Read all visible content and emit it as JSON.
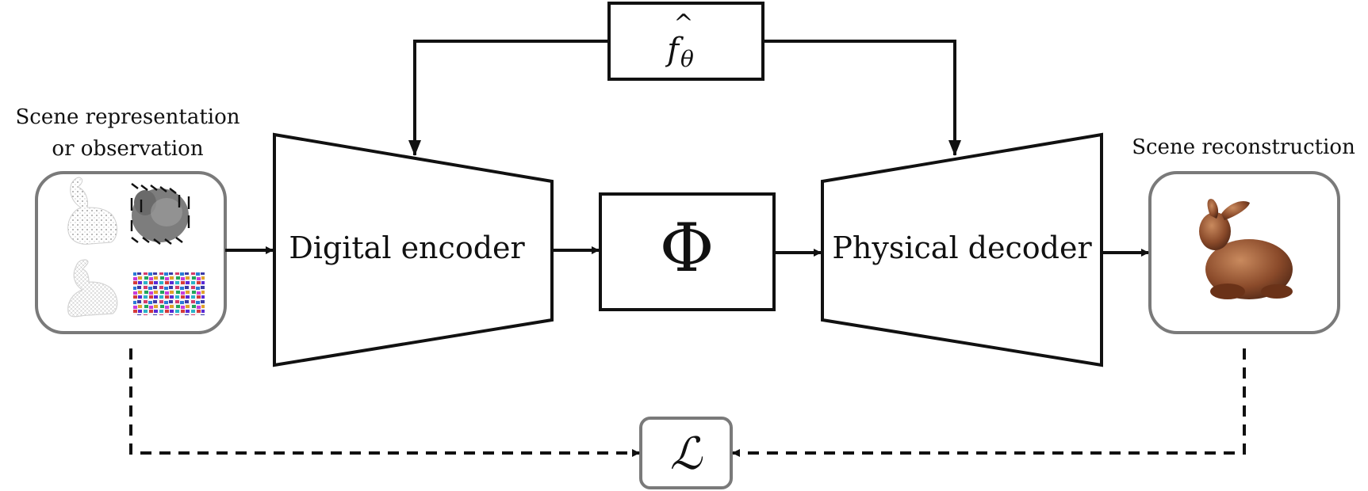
{
  "input_label_line1": "Scene representation",
  "input_label_line2": "or observation",
  "output_label": "Scene reconstruction",
  "encoder_label": "Digital encoder",
  "decoder_label": "Physical decoder",
  "phi_label": "Φ",
  "f_label": "f",
  "f_subscript": "θ",
  "f_hat": "^",
  "loss_label": "ℒ",
  "colors": {
    "stroke": "#111111",
    "panel_border": "#7a7a7a",
    "bunny_brown": "#8a4a2a"
  },
  "icons": [
    "point-cloud-bunny-icon",
    "sliced-bunny-icon",
    "mesh-bunny-icon",
    "pattern-tile-icon",
    "textured-bunny-icon"
  ]
}
